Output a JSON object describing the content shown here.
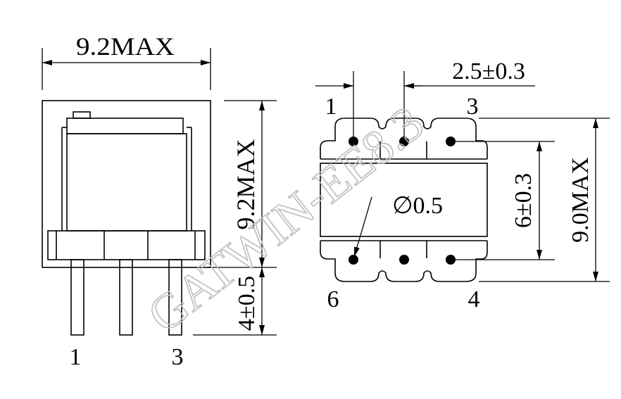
{
  "side_view": {
    "width_label": "9.2MAX",
    "height_label": "9.2MAX",
    "pin_length_label": "4±0.5",
    "pin_left_label": "1",
    "pin_right_label": "3"
  },
  "bottom_view": {
    "pitch_label": "2.5±0.3",
    "pin1_label": "1",
    "pin3_label": "3",
    "pin6_label": "6",
    "pin4_label": "4",
    "hole_label": "∅0.5",
    "row_spacing_label": "6±0.3",
    "height_label": "9.0MAX"
  },
  "watermark": "GATWIN-EE8.3"
}
